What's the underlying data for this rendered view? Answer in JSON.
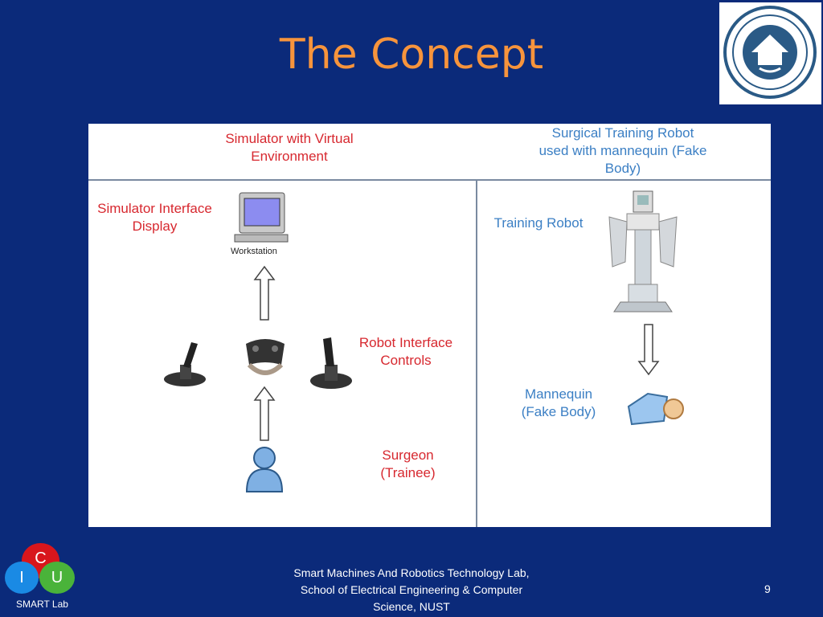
{
  "slide": {
    "title": "The Concept",
    "page_number": "9",
    "footer": "Smart Machines And Robotics Technology Lab, School of Electrical Engineering & Computer Science, NUST",
    "lab_name": "SMART Lab",
    "lab_logo_letters": {
      "top": "C",
      "left": "I",
      "right": "U"
    },
    "colors": {
      "background": "#0b2a7a",
      "title": "#f7943c",
      "red_label": "#d7282f",
      "blue_label": "#3b7fc4"
    }
  },
  "diagram": {
    "left_header": "Simulator with Virtual Environment",
    "right_header": "Surgical Training Robot used with mannequin (Fake Body)",
    "simulator_display_label": "Simulator Interface Display",
    "workstation_caption": "Workstation",
    "robot_controls_label": "Robot Interface Controls",
    "surgeon_label": "Surgeon (Trainee)",
    "training_robot_label": "Training Robot",
    "mannequin_label": "Mannequin (Fake Body)",
    "icons": [
      "workstation-icon",
      "joystick-icon",
      "gamepad-icon",
      "surgeon-icon",
      "robot-icon",
      "mannequin-icon",
      "university-seal-icon"
    ]
  }
}
